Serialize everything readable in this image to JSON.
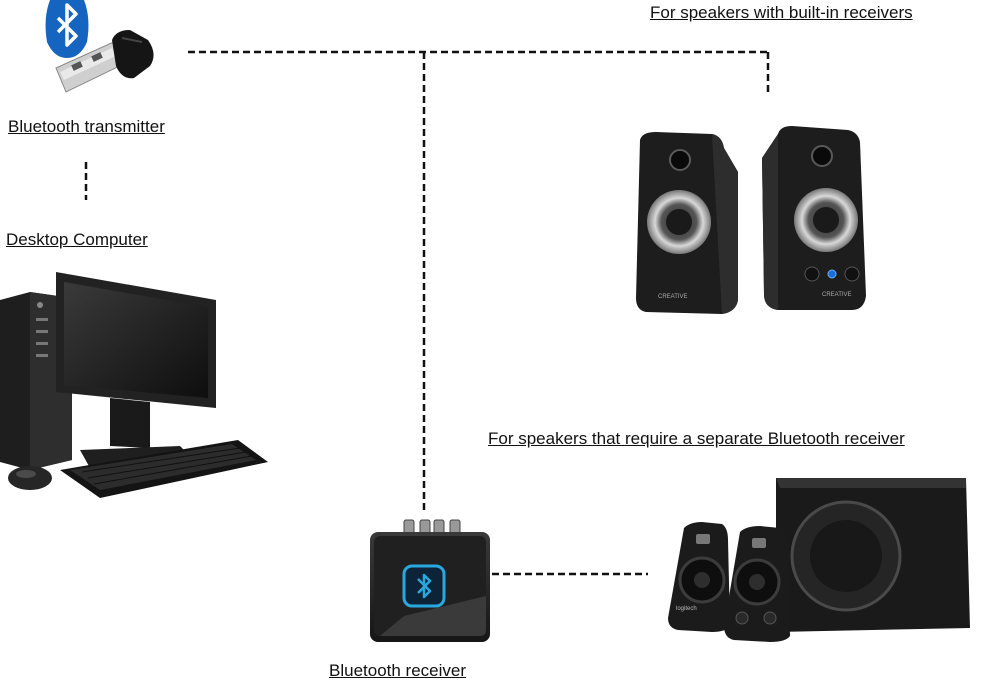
{
  "labels": {
    "transmitter": "Bluetooth transmitter",
    "computer": "Desktop Computer",
    "receiver": "Bluetooth receiver",
    "builtin_speakers": "For speakers with built-in receivers",
    "separate_speakers": "For speakers that require a separate Bluetooth receiver"
  },
  "brand_text": {
    "creative": "CREATIVE",
    "logitech": "logitech"
  },
  "icons": [
    "bluetooth-icon"
  ],
  "colors": {
    "bluetooth_blue": "#1565c0",
    "receiver_glow": "#29a8e0",
    "device_black": "#1c1c1c"
  }
}
